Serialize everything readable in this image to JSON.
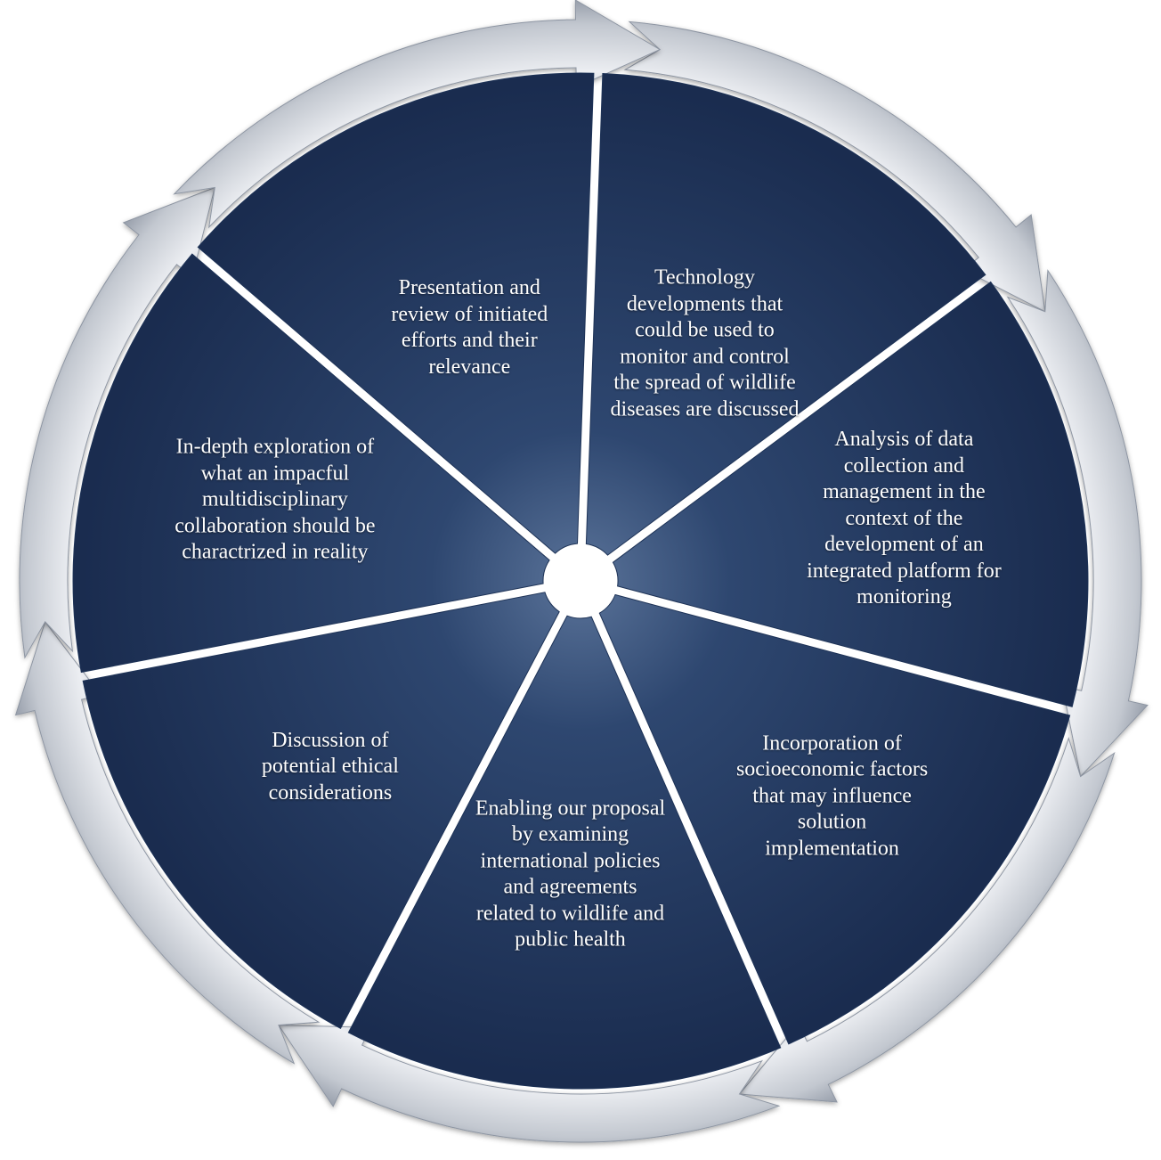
{
  "diagram": {
    "type": "cycle",
    "colors": {
      "segment": "#1e3357",
      "segment_highlight": "#4a6590",
      "arrow_ring": "#c9ced6",
      "arrow_ring_light": "#eef0f3",
      "background": "#ffffff",
      "text": "#ffffff"
    },
    "segments": [
      {
        "id": "technology",
        "lines": [
          "Technology",
          "developments that",
          "could be used to",
          "monitor and control",
          "the spread of wildlife",
          "diseases are discussed"
        ]
      },
      {
        "id": "data-analysis",
        "lines": [
          "Analysis of data",
          "collection and",
          "management in the",
          "context of the",
          "development of an",
          "integrated platform for",
          "monitoring"
        ]
      },
      {
        "id": "socioeconomic",
        "lines": [
          "Incorporation of",
          "socioeconomic factors",
          "that may influence",
          "solution",
          "implementation"
        ]
      },
      {
        "id": "policies",
        "lines": [
          "Enabling our proposal",
          "by examining",
          "international policies",
          "and agreements",
          "related to wildlife and",
          "public health"
        ]
      },
      {
        "id": "ethics",
        "lines": [
          "Discussion of",
          "potential ethical",
          "considerations"
        ]
      },
      {
        "id": "collaboration",
        "lines": [
          "In-depth exploration of",
          "what an impacful",
          "multidisciplinary",
          "collaboration should be",
          "charactrized in reality"
        ]
      },
      {
        "id": "presentation",
        "lines": [
          "Presentation and",
          "review of initiated",
          "efforts and their",
          "relevance"
        ]
      }
    ]
  }
}
